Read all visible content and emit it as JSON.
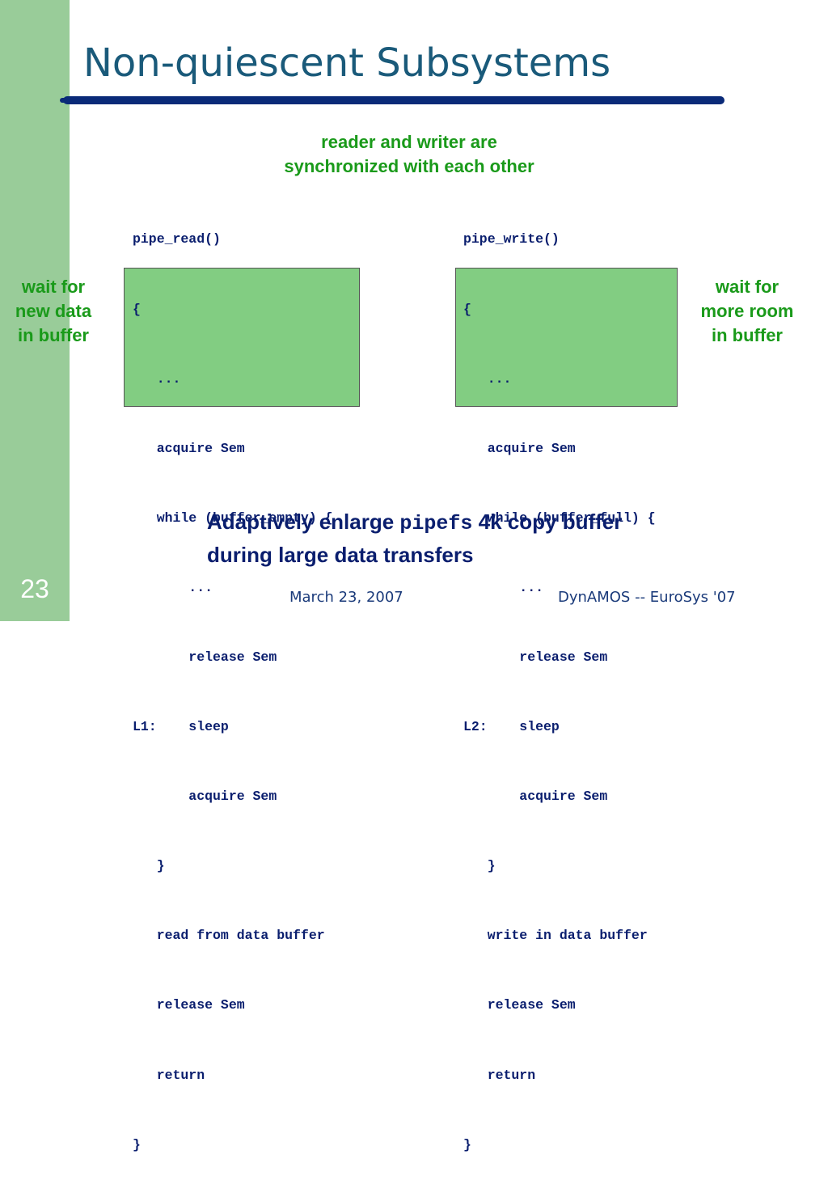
{
  "slide": {
    "title": "Non-quiescent Subsystems",
    "number": "23",
    "sync_note": [
      "reader and writer are",
      "synchronized with each other"
    ],
    "left_note": [
      "wait for",
      "new data",
      "in buffer"
    ],
    "right_note": [
      "wait for",
      "more room",
      "in buffer"
    ],
    "callout": {
      "prefix": "Adaptively enlarge ",
      "mono": "pipefs",
      "suffix": " 4k copy buffer",
      "line2": "during large data transfers"
    },
    "footer": {
      "date": "March 23, 2007",
      "conference": "DynAMOS -- EuroSys '07"
    },
    "colors": {
      "sidebar": "#99cc99",
      "title": "#1a5a7a",
      "rule": "#0a2a78",
      "green_text": "#1a9a1a",
      "highlight": "#82cd82",
      "code": "#0a1e6e"
    }
  },
  "code_read": [
    "pipe_read()",
    "{",
    "   ...",
    "   acquire Sem",
    "   while (buffer_empty) {",
    "       ...",
    "       release Sem",
    "L1:    sleep",
    "       acquire Sem",
    "   }",
    "   read from data buffer",
    "   release Sem",
    "   return",
    "}"
  ],
  "code_write": [
    "pipe_write()",
    "{",
    "   ...",
    "   acquire Sem",
    "   while (buffer_full) {",
    "       ...",
    "       release Sem",
    "L2:    sleep",
    "       acquire Sem",
    "   }",
    "   write in data buffer",
    "   release Sem",
    "   return",
    "}"
  ]
}
